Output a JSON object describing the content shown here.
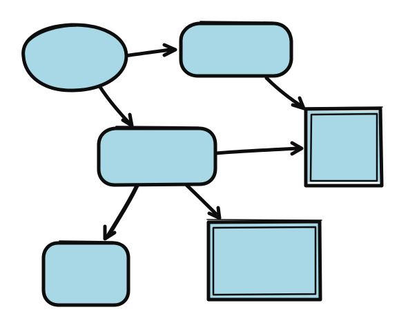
{
  "diagram": {
    "style": "hand-drawn sketch",
    "colors": {
      "node_fill": "#a8d8e6",
      "stroke": "#0d0d0d",
      "background": "#ffffff"
    },
    "nodes": [
      {
        "id": "oval-top-left",
        "shape": "ellipse",
        "label": ""
      },
      {
        "id": "rounded-top-right",
        "shape": "rounded-rectangle",
        "label": ""
      },
      {
        "id": "rounded-center",
        "shape": "rounded-rectangle",
        "label": ""
      },
      {
        "id": "square-right",
        "shape": "double-border-rectangle",
        "label": ""
      },
      {
        "id": "rounded-bottom-left",
        "shape": "rounded-rectangle",
        "label": ""
      },
      {
        "id": "rect-bottom-center",
        "shape": "double-border-rectangle",
        "label": ""
      }
    ],
    "edges": [
      {
        "from": "oval-top-left",
        "to": "rounded-top-right"
      },
      {
        "from": "oval-top-left",
        "to": "rounded-center"
      },
      {
        "from": "rounded-top-right",
        "to": "square-right"
      },
      {
        "from": "rounded-center",
        "to": "square-right"
      },
      {
        "from": "rounded-center",
        "to": "rounded-bottom-left"
      },
      {
        "from": "rounded-center",
        "to": "rect-bottom-center"
      }
    ]
  }
}
